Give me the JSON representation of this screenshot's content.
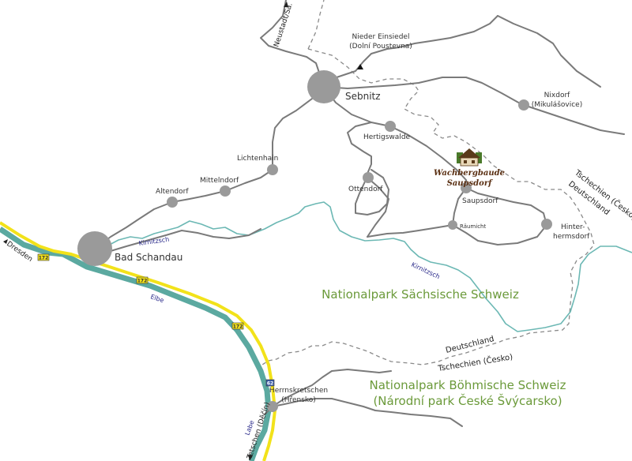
{
  "colors": {
    "road": "#7a7a7a",
    "border": "#8a8a8a",
    "river_main": "#5ba9a0",
    "river_small": "#6cb8b4",
    "highway": "#f2e21a",
    "park_text": "#6b9a3a",
    "town_dot": "#9a9a9a"
  },
  "places": {
    "nieder_einsiedel": {
      "line1": "Nieder Einsiedel",
      "line2": "(Dolní Poustevna)"
    },
    "sebnitz": "Sebnitz",
    "nixdorf": {
      "line1": "Nixdorf",
      "line2": "(Mikulášovice)"
    },
    "hertigswalde": "Hertigswalde",
    "lichtenhain": "Lichtenhain",
    "mittelndorf": "Mittelndorf",
    "altendorf": "Altendorf",
    "ottendorf": "Ottendorf",
    "saupsdorf": "Saupsdorf",
    "raeumicht": "Räumicht",
    "hinterhermsdorf": {
      "line1": "Hinter-",
      "line2": "hermsdorf"
    },
    "bad_schandau": "Bad Schandau",
    "herrnskretschen": {
      "line1": "Herrnskretschen",
      "line2": "(Hřensko)"
    }
  },
  "regions": {
    "np_saxon": "Nationalpark Sächsische Schweiz",
    "np_bohemian_line1": "Nationalpark Böhmische Schweiz",
    "np_bohemian_line2": "(Národní park České Švýcarsko)"
  },
  "borders": {
    "east_cz": "Tschechien (Česko)",
    "east_de": "Deutschland",
    "south_de": "Deutschland",
    "south_cz": "Tschechien (Česko)"
  },
  "rivers": {
    "kirnitzsch_1": "Kirnitzsch",
    "kirnitzsch_2": "Kirnitzsch",
    "elbe": "Elbe",
    "labe": "Labe"
  },
  "roads": {
    "neustadt": "Neustadt/Sa.",
    "dresden": "Dresden",
    "tetschen": "Tetschen (Děčín)",
    "b172_a": "172",
    "b172_b": "172",
    "b172_c": "172",
    "r62": "62"
  },
  "brand": {
    "line1": "Wachbergbaude",
    "line2": "Saupsdorf"
  }
}
